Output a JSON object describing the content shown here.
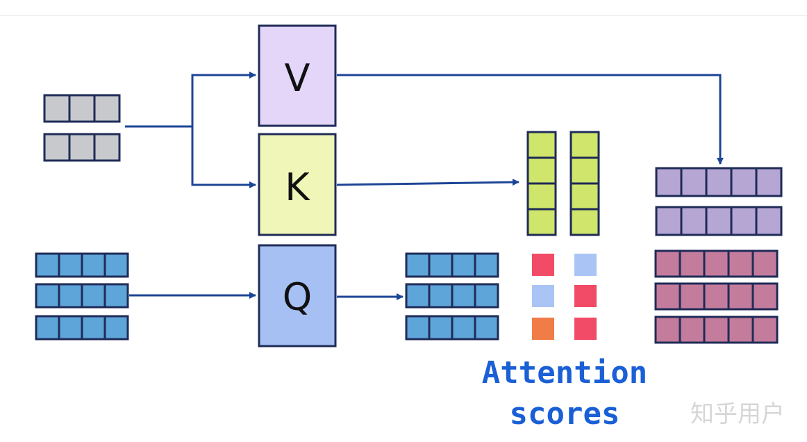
{
  "projections": {
    "v": {
      "label": "V",
      "fill": "#e3d6f9"
    },
    "k": {
      "label": "K",
      "fill": "#f0f6b7"
    },
    "q": {
      "label": "Q",
      "fill": "#a7c0f4"
    }
  },
  "caption": {
    "line1": "Attention",
    "line2": "scores",
    "color": "#1a5fd6"
  },
  "watermark": "知乎用户",
  "colors": {
    "stroke": "#1f2b57",
    "arrow": "#1c4596",
    "token_gray": "#c7c9cc",
    "token_blue": "#5ea5da",
    "key_green": "#cfe56b",
    "value_purple": "#b6a6d4",
    "output_mauve": "#c47c9c",
    "score_red": "#f24b67",
    "score_lightblue": "#aac4f6",
    "score_orange": "#f07c47"
  },
  "scores": {
    "col1": [
      "score_red",
      "score_lightblue",
      "score_orange"
    ],
    "col2": [
      "score_lightblue",
      "score_red",
      "score_red"
    ]
  }
}
